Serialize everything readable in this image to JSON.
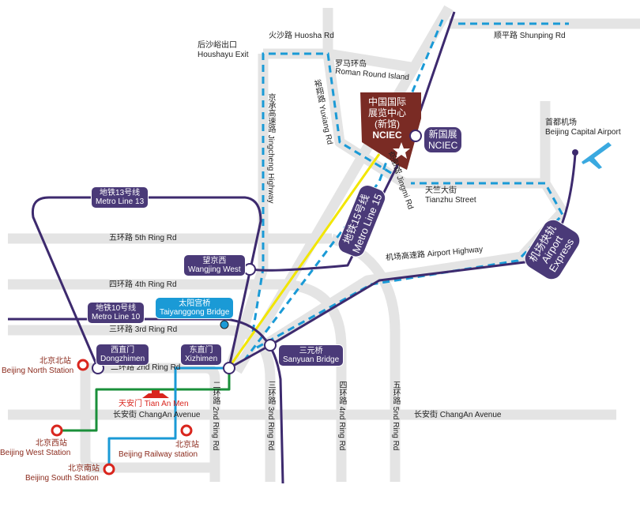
{
  "roads": {
    "huosha": "火沙路 Huosha Rd",
    "houshayu_cn": "后沙峪出口",
    "houshayu_en": "Houshayu Exit",
    "shunping": "顺平路 Shunping Rd",
    "roman_cn": "罗马环岛",
    "roman_en": "Roman Round Island",
    "yuxiang": "裕翔路 Yuxiang Rd",
    "jingcheng": "京承高速路 Jingcheng Highway",
    "jingmi": "京密路 Jingmi Rd",
    "tianzhu_cn": "天竺大街",
    "tianzhu_en": "Tianzhu Street",
    "airport_hwy": "机场高速路 Airport Highway",
    "ring5": "五环路 5th Ring Rd",
    "ring4": "四环路 4th Ring Rd",
    "ring3": "三环路 3rd Ring Rd",
    "ring2": "二环路 2nd Ring Rd",
    "changan_left": "长安街 ChangAn Avenue",
    "changan_right": "长安街 ChangAn Avenue",
    "ring2_v": "二环路 2nd Ring Rd",
    "ring3_v": "三环路 3nd Ring Rd",
    "ring4_v": "四环路 4nd Ring Rd",
    "ring5_v": "五环路 5nd Ring Rd"
  },
  "venue": {
    "cn1": "中国国际",
    "cn2": "展览中心",
    "cn3": "(新馆)",
    "en": "NCIEC"
  },
  "stations": {
    "nciec_cn": "新国展",
    "nciec_en": "NCIEC",
    "wangjing_cn": "望京西",
    "wangjing_en": "Wangjing West",
    "taiyanggong_cn": "太阳宫桥",
    "taiyanggong_en": "Taiyanggong Bridge",
    "dongzhimen_cn": "西直门",
    "dongzhimen_en": "Dongzhimen",
    "xizhimen_cn": "东直门",
    "xizhimen_en": "Xizhimen",
    "sanyuan_cn": "三元桥",
    "sanyuan_en": "Sanyuan Bridge"
  },
  "lines": {
    "l13_cn": "地铁13号线",
    "l13_en": "Metro Line 13",
    "l10_cn": "地铁10号线",
    "l10_en": "Metro Line 10",
    "l15_cn": "地铁15号线",
    "l15_en": "Metro Line 15",
    "ae_cn": "机场快轨",
    "ae_en1": "Airport",
    "ae_en2": "Express"
  },
  "places": {
    "airport_cn": "首都机场",
    "airport_en": "Beijing Capital Airport",
    "north_cn": "北京北站",
    "north_en": "Beijing North Station",
    "west_cn": "北京西站",
    "west_en": "Beijing West Station",
    "rail_cn": "北京站",
    "rail_en": "Beijing Railway station",
    "south_cn": "北京南站",
    "south_en": "Beijing South Station",
    "tiananmen": "天安门 Tian An Men"
  },
  "colors": {
    "metro": "#3d2a6e",
    "route": "#1a9ad6",
    "venue": "#7a2b24",
    "road": "#e4e4e4",
    "rail": "#d9251d"
  }
}
